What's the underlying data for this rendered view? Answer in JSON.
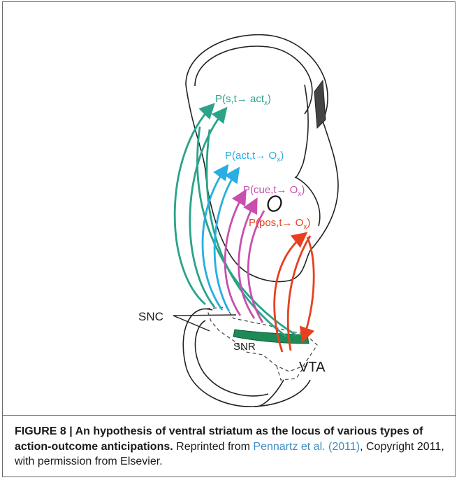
{
  "figure": {
    "labels": {
      "s_act": {
        "pre": "P(s,t→ act",
        "sub": "x",
        "post": ")"
      },
      "act_o": {
        "pre": "P(act,t→ O",
        "sub": "x",
        "post": ")"
      },
      "cue_o": {
        "pre": "P(cue,t→ O",
        "sub": "x",
        "post": ")"
      },
      "pos_o": {
        "pre": "P(pos,t→ O",
        "sub": "x",
        "post": ")"
      },
      "snc": "SNC",
      "snr": "SNR",
      "vta": "VTA"
    },
    "colors": {
      "s_act": "#2aa388",
      "act_o": "#27aee2",
      "cue_o": "#c94fae",
      "pos_o": "#e8401f",
      "snc_band": "#1e8a55",
      "outline": "#222222"
    }
  },
  "caption": {
    "title": "FIGURE 8 | An hypothesis of ventral striatum as the locus of various types of action-outcome anticipations.",
    "text_before_link": " Reprinted from ",
    "link": "Pennartz et al. (2011)",
    "text_after_link": ", Copyright 2011, with permission from Elsevier."
  }
}
